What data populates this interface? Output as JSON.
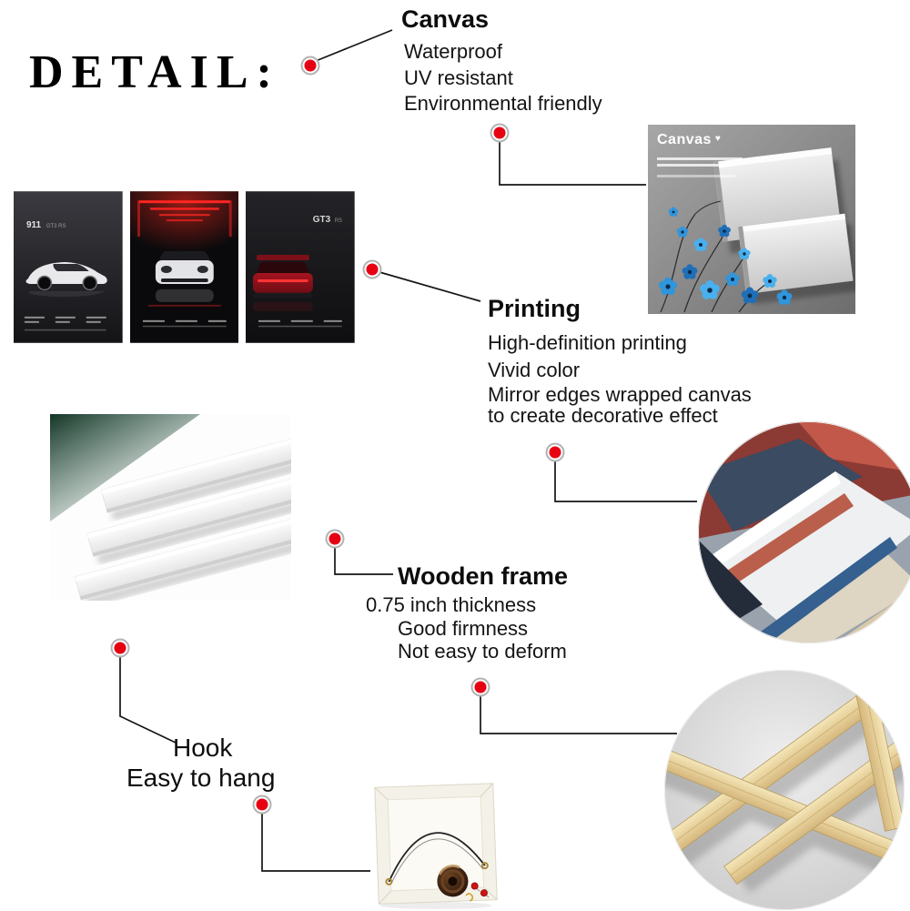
{
  "heading": "DETAIL:",
  "callouts": {
    "canvas": {
      "title": "Canvas",
      "lines": [
        "Waterproof",
        "UV resistant",
        "Environmental friendly"
      ]
    },
    "printing": {
      "title": "Printing",
      "lines": [
        "High-definition printing",
        "Vivid color",
        "Mirror edges wrapped canvas",
        "to create decorative effect"
      ]
    },
    "wooden_frame": {
      "title": "Wooden frame",
      "lines": [
        "0.75 inch thickness",
        "Good firmness",
        "Not easy to deform"
      ]
    },
    "hook": {
      "title": "Hook",
      "lines": [
        "Easy to hang"
      ]
    }
  },
  "photos": {
    "flower_canvas": {
      "label": "Canvas",
      "icon": "♥"
    },
    "posters": {
      "p1_model": "911",
      "p1_trim": "GT3 RS",
      "p3_model": "GT3",
      "p3_trim": "RS"
    }
  },
  "colors": {
    "marker_red": "#e60012",
    "connector_black": "#151515",
    "flower_blue": "#2f95dd",
    "wood_tan": "#e9d7a8"
  }
}
